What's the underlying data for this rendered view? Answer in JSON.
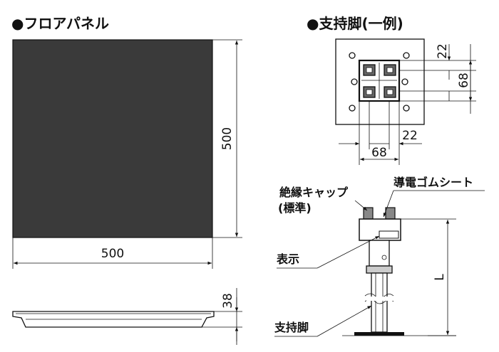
{
  "titles": {
    "floor_panel": "●フロアパネル",
    "support_leg_example": "●支持脚(一例)"
  },
  "panel": {
    "width_label": "500",
    "height_label": "500",
    "thickness_label": "38"
  },
  "support_plate": {
    "pitch_vertical": "22",
    "span_vertical": "68",
    "pitch_horizontal": "22",
    "span_horizontal": "68"
  },
  "leg_callouts": {
    "insulating_cap_line1": "絶縁キャップ",
    "insulating_cap_line2": "(標準)",
    "conductive_rubber_sheet": "導電ゴムシート",
    "indicator": "表示",
    "support_leg": "支持脚",
    "height": "L"
  },
  "colors": {
    "panel_fill": "#3a3a3a",
    "line": "#111111",
    "part_fill": "#ffffff"
  }
}
